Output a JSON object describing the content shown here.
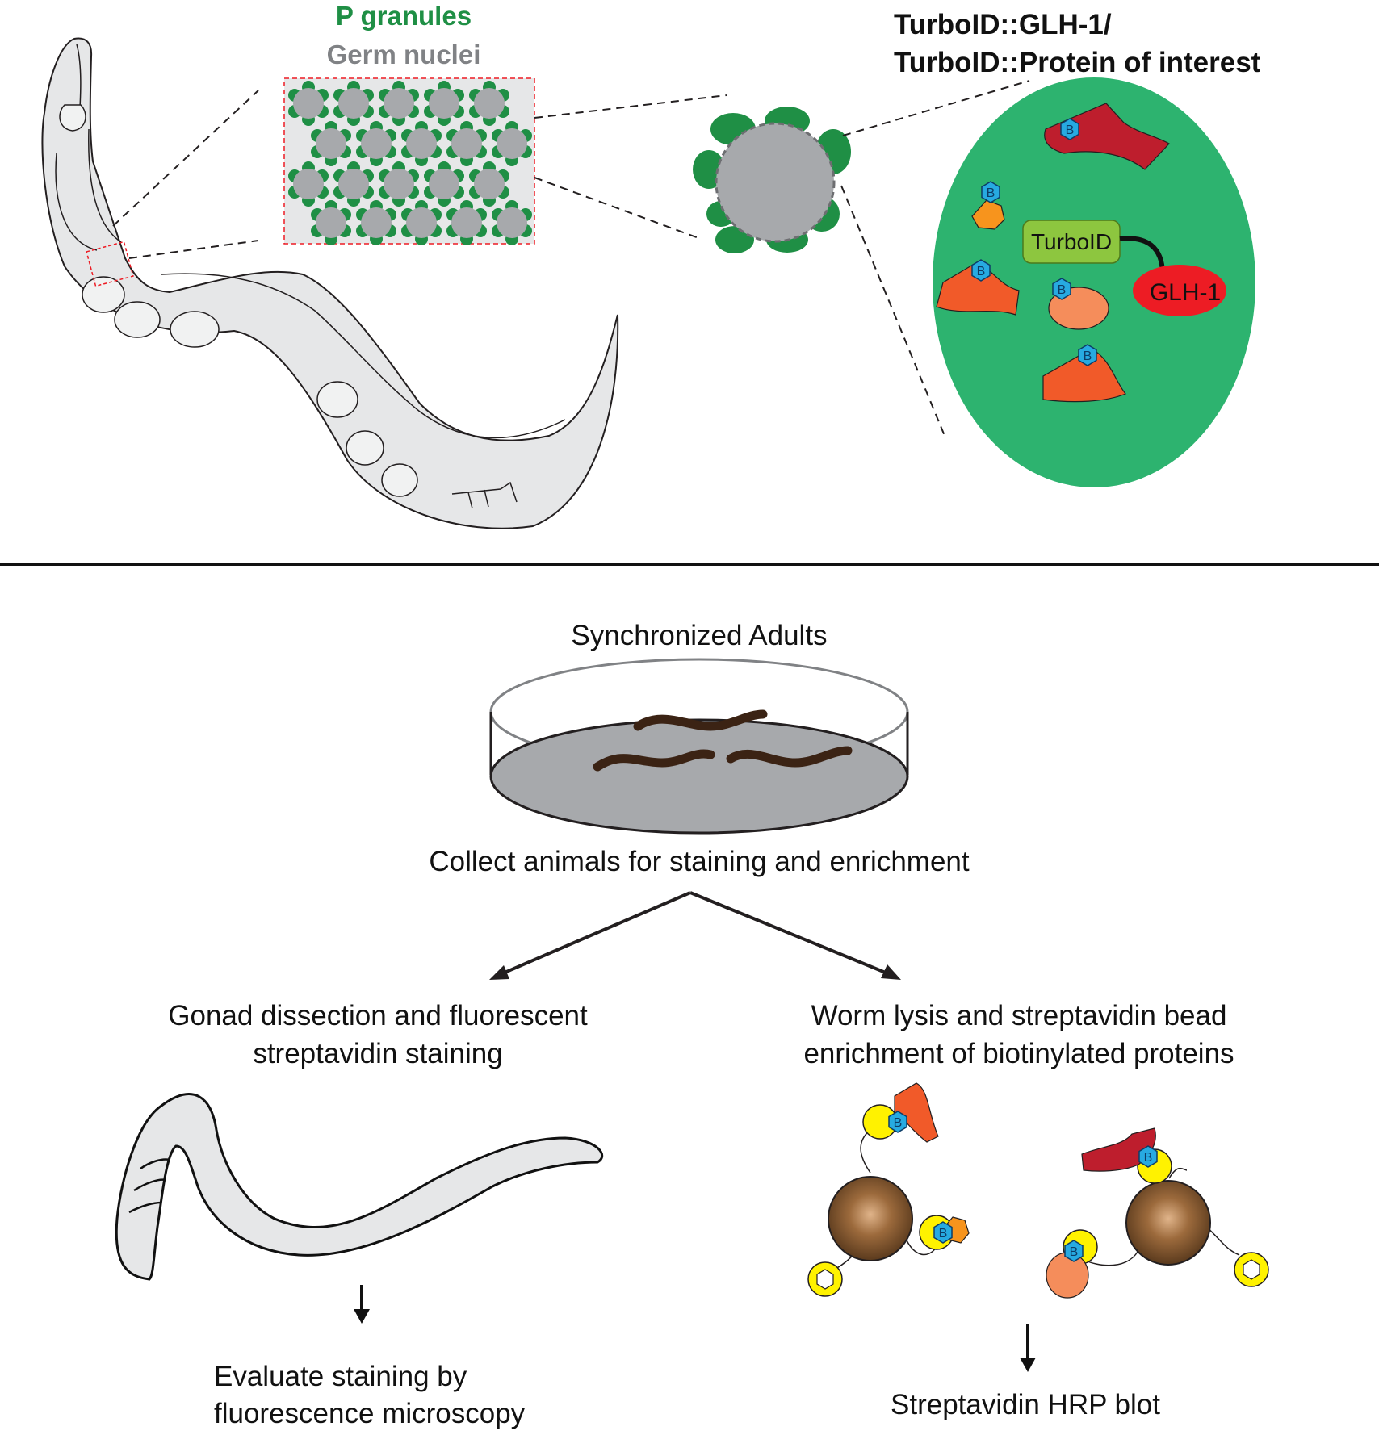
{
  "top_panel": {
    "legend_p_granules": "P granules",
    "legend_germ_nuclei": "Germ nuclei",
    "construct_line1": "TurboID::GLH-1/",
    "construct_line2": "TurboID::Protein of interest",
    "turboid_label": "TurboID",
    "glh1_label": "GLH-1",
    "biotin_label": "B"
  },
  "workflow": {
    "step1": "Synchronized Adults",
    "step2": "Collect animals for staining and enrichment",
    "left_branch_line1": "Gonad dissection and fluorescent",
    "left_branch_line2": "streptavidin staining",
    "right_branch_line1": "Worm lysis and streptavidin bead",
    "right_branch_line2": "enrichment of biotinylated proteins",
    "left_result_line1": "Evaluate staining by",
    "left_result_line2": "fluorescence microscopy",
    "right_result": "Streptavidin HRP blot"
  },
  "colors": {
    "p_granule_green": "#1f8f45",
    "granule_bg_green": "#2db36f",
    "germ_nucleus_gray": "#a7a9ac",
    "worm_gray": "#e6e7e8",
    "turboid_fill": "#8dc63f",
    "glh1_fill": "#ed1c24",
    "biotin_blue": "#27aae1",
    "protein_dark_red": "#be1e2d",
    "protein_orange": "#f15a29",
    "protein_light_orange": "#f7941d",
    "streptavidin_yellow": "#fff200",
    "bead_brown": "#8b5e34",
    "worm_dark_brown": "#3b2314"
  }
}
